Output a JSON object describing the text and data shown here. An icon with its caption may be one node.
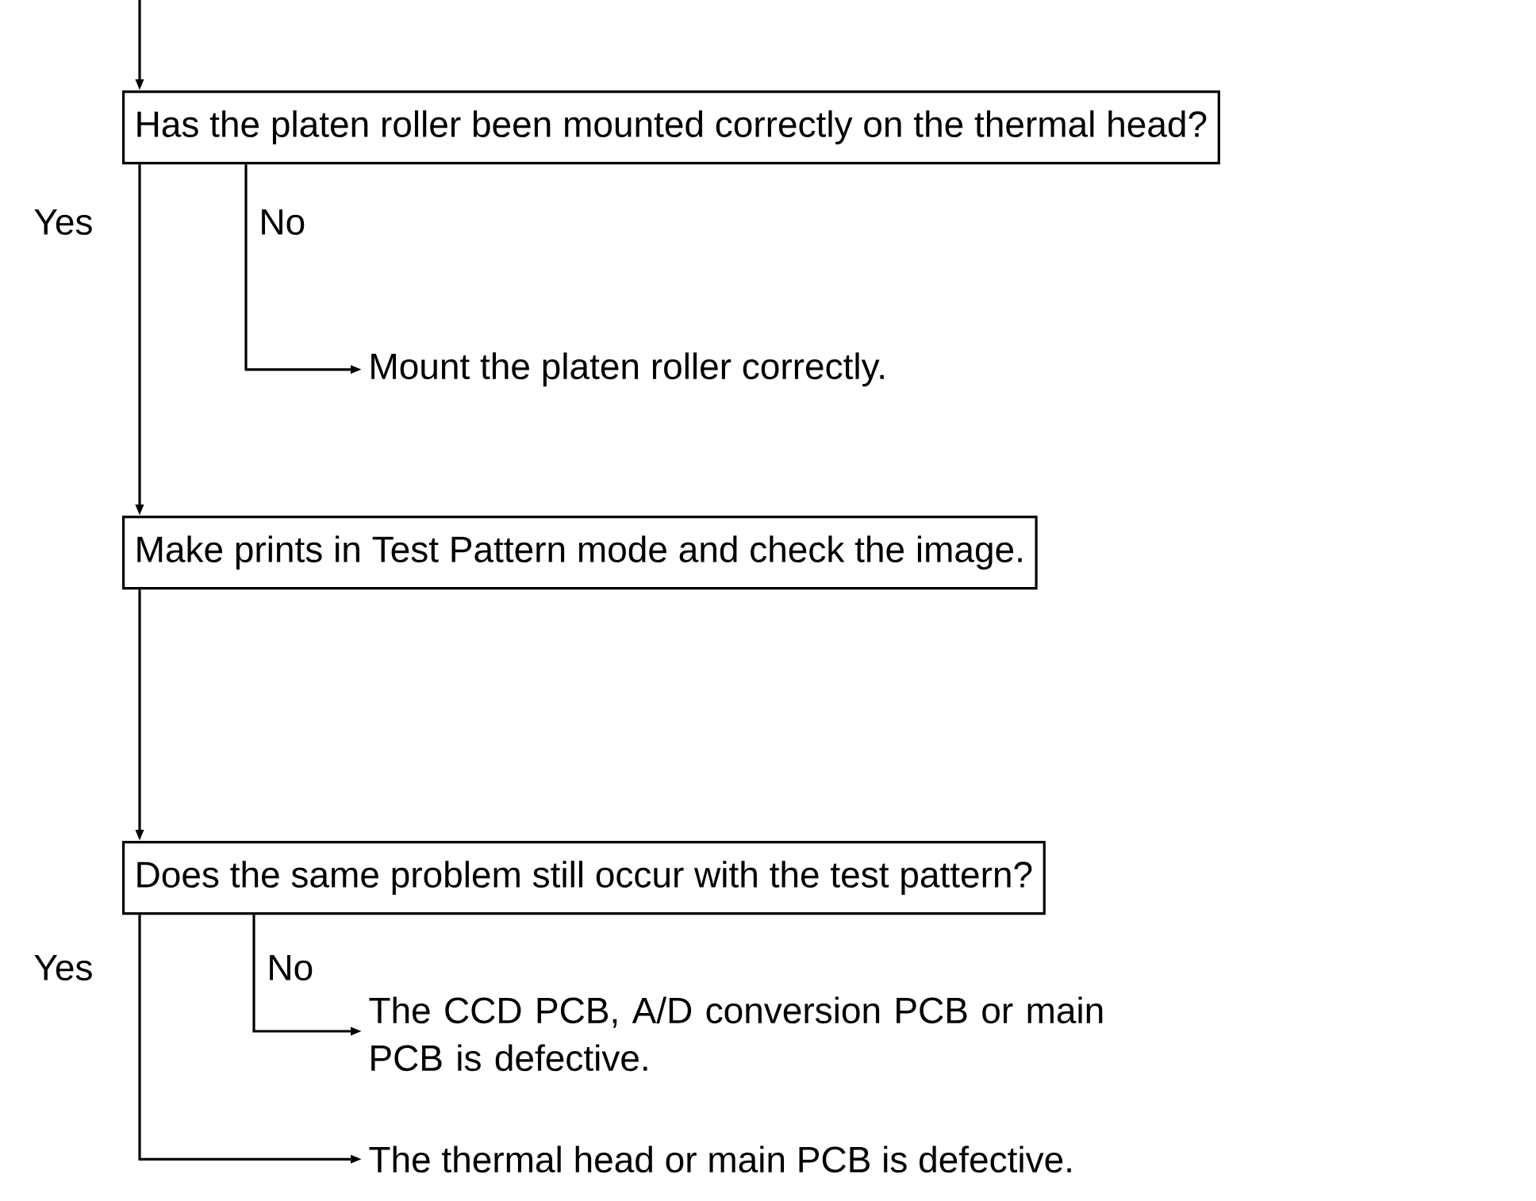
{
  "diagram": {
    "nodes": [
      {
        "text": [
          "Has the platen roller been mounted correctly on the thermal head?"
        ]
      },
      {
        "text": [
          "Mount the platen roller correctly."
        ]
      },
      {
        "text": [
          "Make prints in Test Pattern mode and check the image."
        ]
      },
      {
        "text": [
          "Does the same problem still occur with the test pattern?"
        ]
      },
      {
        "text": [
          "The CCD PCB, A/D conversion PCB or main PCB is defective."
        ]
      },
      {
        "text": [
          "The thermal head or main PCB is defective."
        ]
      }
    ],
    "edges": [
      {
        "from": null,
        "to": 0,
        "arrow": "to"
      },
      {
        "from": 0,
        "to": 1,
        "arrow": "to",
        "label": "No"
      },
      {
        "from": 0,
        "to": 2,
        "arrow": "to",
        "label": "Yes"
      },
      {
        "from": 2,
        "to": 3,
        "arrow": "to"
      },
      {
        "from": 3,
        "to": 4,
        "arrow": "to",
        "label": "No"
      },
      {
        "from": 3,
        "to": 5,
        "arrow": "to",
        "label": "Yes"
      }
    ]
  }
}
